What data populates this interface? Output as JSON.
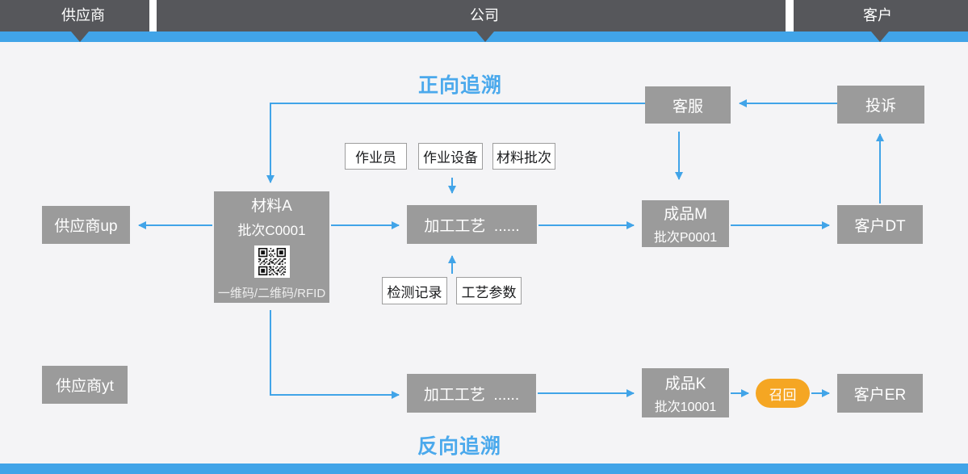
{
  "colors": {
    "lane_dark": "#56575B",
    "accent_blue": "#41A4E8",
    "node_gray": "#9B9B9B",
    "recall_orange": "#F5A623",
    "background": "#F4F4F6"
  },
  "header": {
    "lanes": [
      {
        "label": "供应商"
      },
      {
        "label": "公司"
      },
      {
        "label": "客户"
      }
    ]
  },
  "titles": {
    "forward": "正向追溯",
    "backward": "反向追溯"
  },
  "nodes": {
    "service": "客服",
    "complaint": "投诉",
    "supplier_up": "供应商up",
    "supplier_yt": "供应商yt",
    "material_a": {
      "title": "材料A",
      "batch": "批次C0001",
      "code_caption": "一维码/二维码/RFID"
    },
    "process_top": "加工工艺  ......",
    "process_bottom": "加工工艺  ......",
    "product_m": {
      "title": "成品M",
      "batch": "批次P0001"
    },
    "product_k": {
      "title": "成品K",
      "batch": "批次10001"
    },
    "customer_dt": "客户DT",
    "customer_er": "客户ER",
    "recall": "召回",
    "tags_top": [
      "作业员",
      "作业设备",
      "材料批次"
    ],
    "tags_bottom": [
      "检测记录",
      "工艺参数"
    ]
  }
}
